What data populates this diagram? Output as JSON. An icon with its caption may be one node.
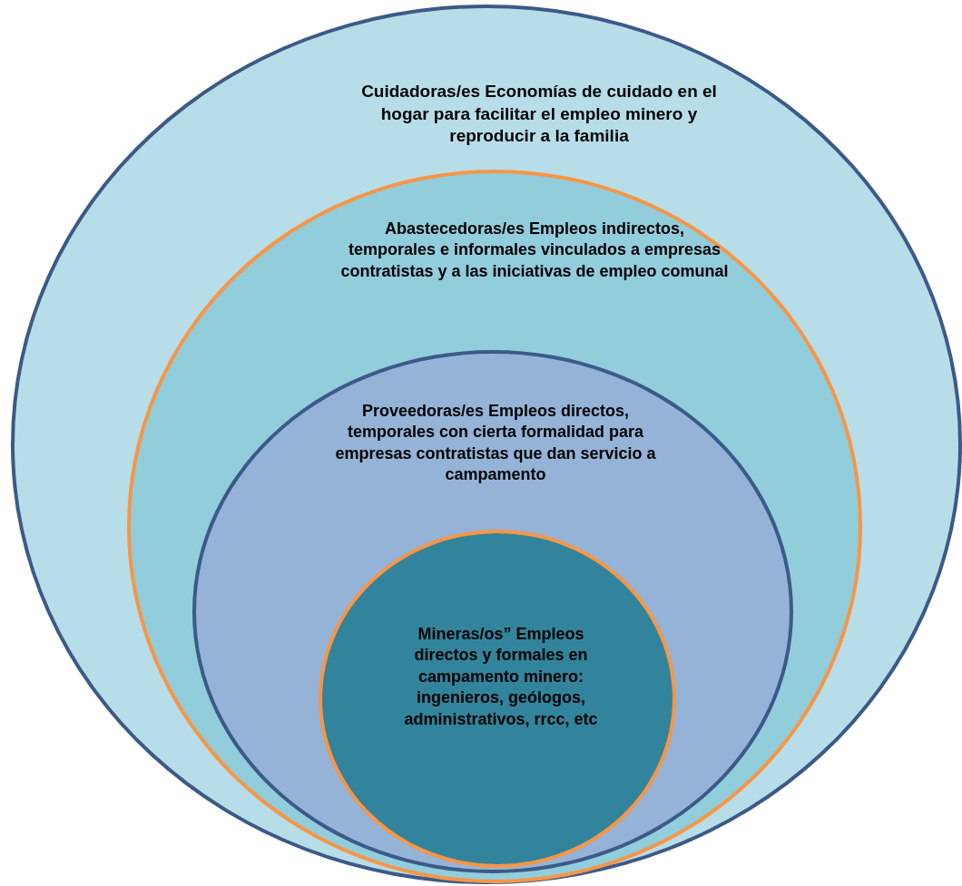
{
  "diagram": {
    "nodes": [
      {
        "text": [
          "Cuidadoras/es Economías de cuidado en el hogar para facilitar el empleo minero y reproducir a la familia"
        ]
      },
      {
        "text": [
          "Abastecedoras/es Empleos indirectos, temporales e informales vinculados a empresas contratistas y a las iniciativas de empleo comunal"
        ],
        "in": 0
      },
      {
        "text": [
          "Proveedoras/es Empleos directos, temporales con cierta formalidad para empresas contratistas que dan servicio a campamento"
        ],
        "in": 1
      },
      {
        "text": [
          "Mineras/os” Empleos directos y formales en campamento minero: ingenieros, geólogos, administrativos, rrcc, etc"
        ],
        "in": 2
      }
    ]
  }
}
